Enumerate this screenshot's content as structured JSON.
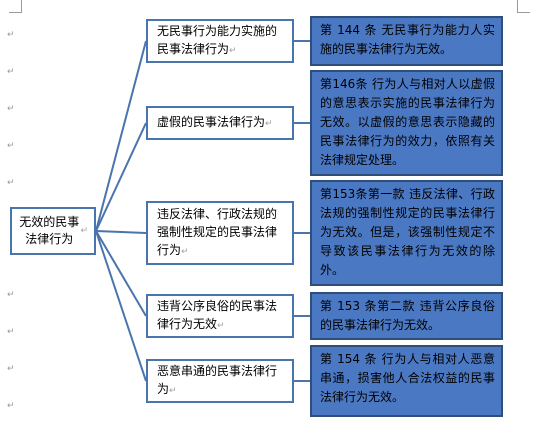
{
  "root": {
    "label": "无效的民事法律行为"
  },
  "branches": [
    {
      "category": "无民事行为能力实施的民事法律行为",
      "provision": "第 144 条 无民事行为能力人实施的民事法律行为无效。"
    },
    {
      "category": "虚假的民事法律行为",
      "provision": "第146条 行为人与相对人以虚假的意思表示实施的民事法律行为无效。以虚假的意思表示隐藏的民事法律行为的效力，依照有关法律规定处理。"
    },
    {
      "category": "违反法律、行政法规的强制性规定的民事法律行为",
      "provision": "第153条第一款 违反法律、行政法规的强制性规定的民事法律行为无效。但是，该强制性规定不导致该民事法律行为无效的除外。"
    },
    {
      "category": "违背公序良俗的民事法律行为无效",
      "provision": "第 153 条第二款 违背公序良俗的民事法律行为无效。"
    },
    {
      "category": "恶意串通的民事法律行为",
      "provision": "第 154 条 行为人与相对人恶意串通，损害他人合法权益的民事法律行为无效。"
    }
  ],
  "paragraph_mark": "↵",
  "colors": {
    "box_border": "#4a74ad",
    "provision_fill": "#4b78c3",
    "connector": "#4a74ad"
  }
}
